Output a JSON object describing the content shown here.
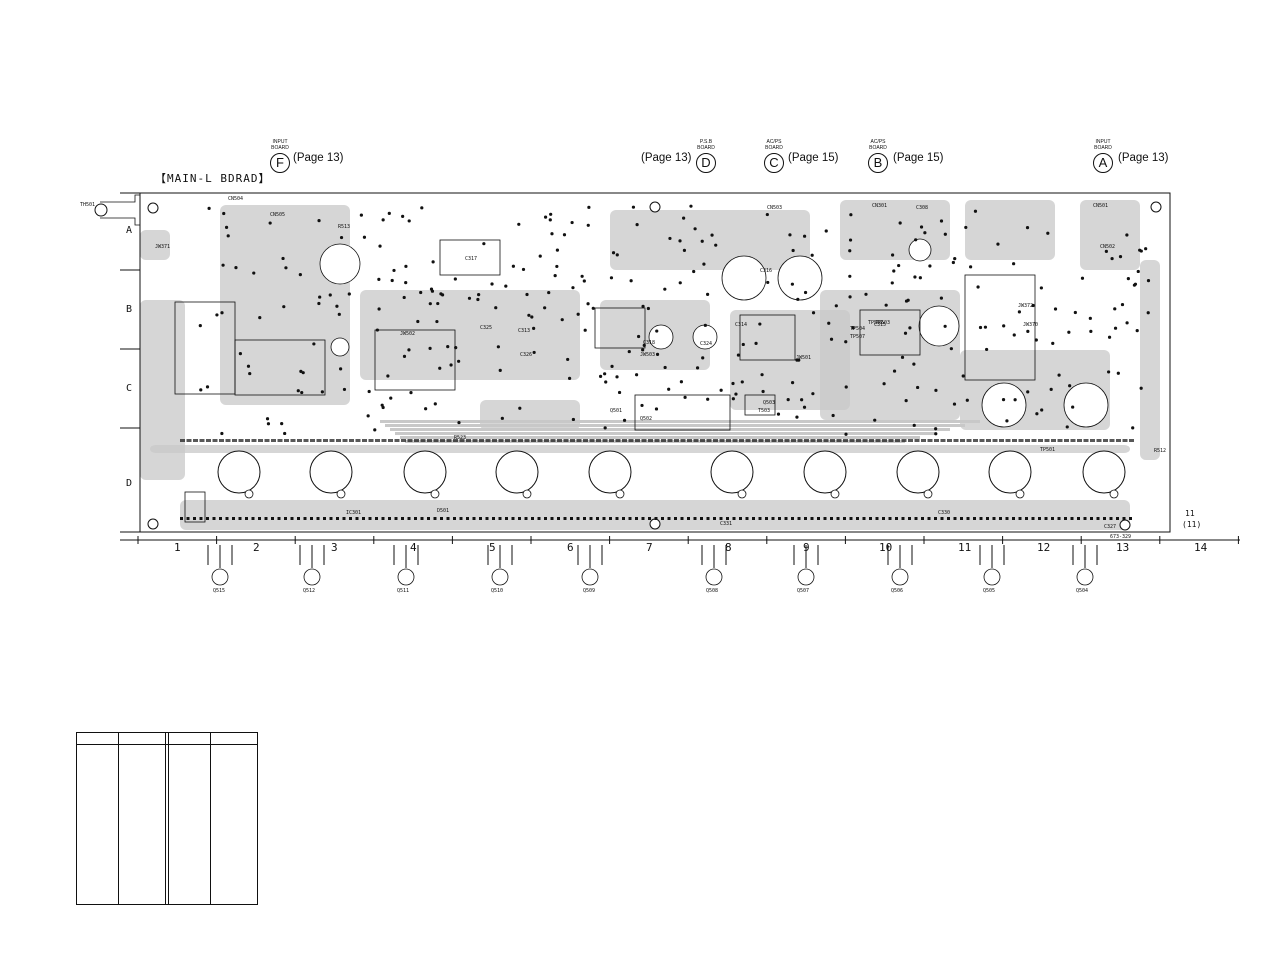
{
  "board": {
    "title": "【MAIN-L BDRAD】",
    "part_code": "673-329",
    "edge_id_top": "11",
    "edge_id_bottom": "(11)",
    "terminal": "TH501"
  },
  "connectors": [
    {
      "id": "F",
      "caption1": "INPUT",
      "caption2": "BOARD",
      "page": "(Page 13)"
    },
    {
      "id": "D",
      "caption1": "P.S.B",
      "caption2": "BOARD",
      "page": "(Page 13)"
    },
    {
      "id": "C",
      "caption1": "AC/PS",
      "caption2": "BOARD",
      "page": "(Page 15)"
    },
    {
      "id": "B",
      "caption1": "AC/PS",
      "caption2": "BOARD",
      "page": "(Page 15)"
    },
    {
      "id": "A",
      "caption1": "INPUT",
      "caption2": "BOARD",
      "page": "(Page 13)"
    }
  ],
  "grid": {
    "rows": [
      "A",
      "B",
      "C",
      "D"
    ],
    "columns": [
      "1",
      "2",
      "3",
      "4",
      "5",
      "6",
      "7",
      "8",
      "9",
      "10",
      "11",
      "12",
      "13",
      "14"
    ]
  },
  "transistors": [
    "Q515",
    "Q512",
    "Q511",
    "Q510",
    "Q509",
    "Q508",
    "Q507",
    "Q506",
    "Q505",
    "Q504"
  ],
  "component_labels": [
    "CN504",
    "CN505",
    "CN503",
    "CN301",
    "CN501",
    "CN502",
    "C308",
    "C317",
    "C313",
    "C314",
    "C315",
    "C316",
    "C318",
    "C324",
    "C325",
    "C326",
    "C327",
    "C330",
    "C331",
    "R512",
    "R513",
    "R523",
    "TP501",
    "TP502",
    "TP503",
    "TP504",
    "TP507",
    "JW501",
    "JW502",
    "JW503",
    "JW372",
    "JW371",
    "JW370",
    "Q501",
    "Q502",
    "Q503",
    "IC301",
    "D501",
    "T503"
  ],
  "legend_table": {
    "columns": 4,
    "rows": 1
  }
}
